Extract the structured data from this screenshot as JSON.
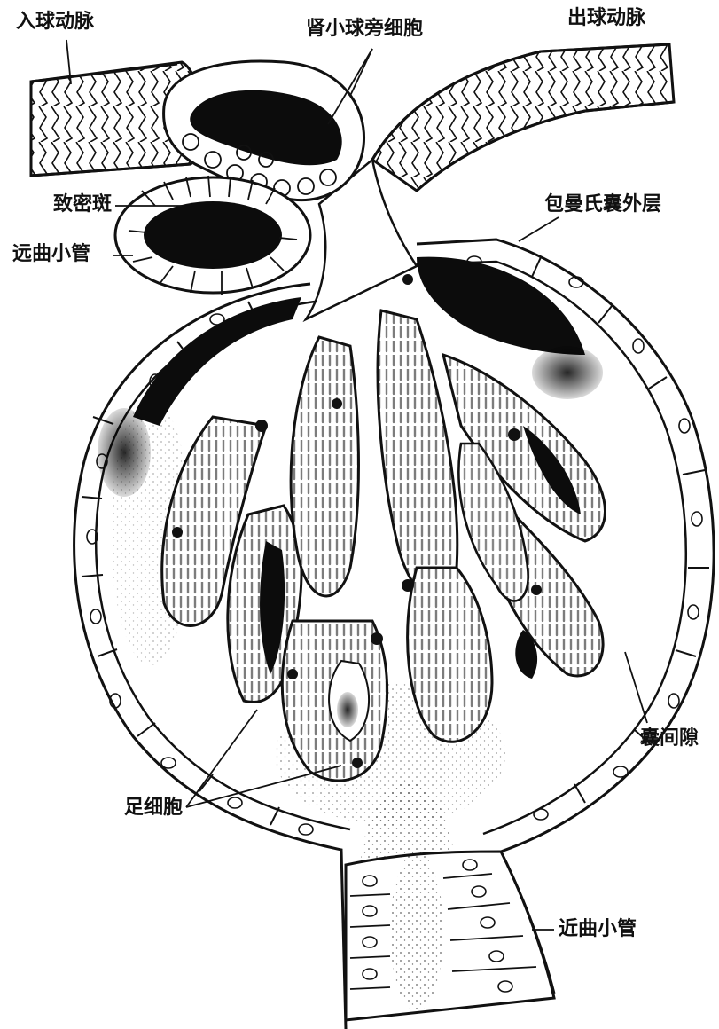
{
  "labels": {
    "afferent_arteriole": "入球动脉",
    "juxtaglomerular_cells": "肾小球旁细胞",
    "efferent_arteriole": "出球动脉",
    "macula_densa": "致密斑",
    "distal_tubule": "远曲小管",
    "bowman_capsule_outer": "包曼氏囊外层",
    "capsular_space": "囊间隙",
    "podocyte": "足细胞",
    "proximal_tubule": "近曲小管"
  },
  "colors": {
    "ink": "#111111",
    "paper": "#ffffff",
    "lumen": "#0c0c0c"
  }
}
